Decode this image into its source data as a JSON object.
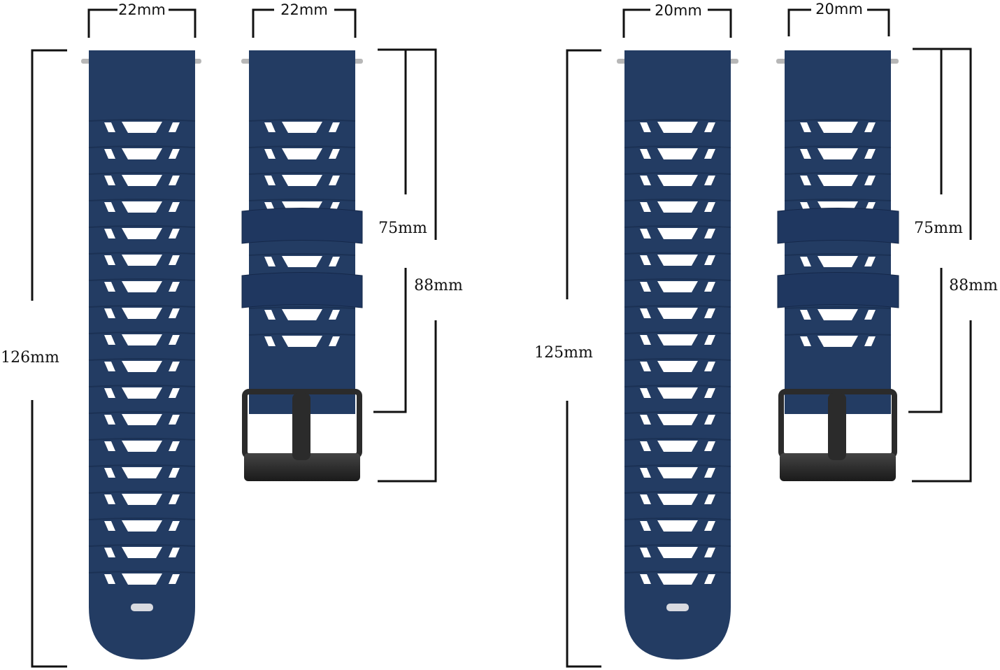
{
  "colors": {
    "strap": "#233c63",
    "strap_dark": "#1b3154",
    "hole": "#ffffff",
    "hole_shade": "#c9ccd2",
    "pin": "#b7b7b7",
    "buckle": "#2b2b2b",
    "bracket": "#111111"
  },
  "set_22mm": {
    "long_width": "22mm",
    "short_width": "22mm",
    "long_length": "126mm",
    "short_inner": "75mm",
    "short_total": "88mm"
  },
  "set_20mm": {
    "long_width": "20mm",
    "short_width": "20mm",
    "long_length": "125mm",
    "short_inner": "75mm",
    "short_total": "88mm"
  }
}
